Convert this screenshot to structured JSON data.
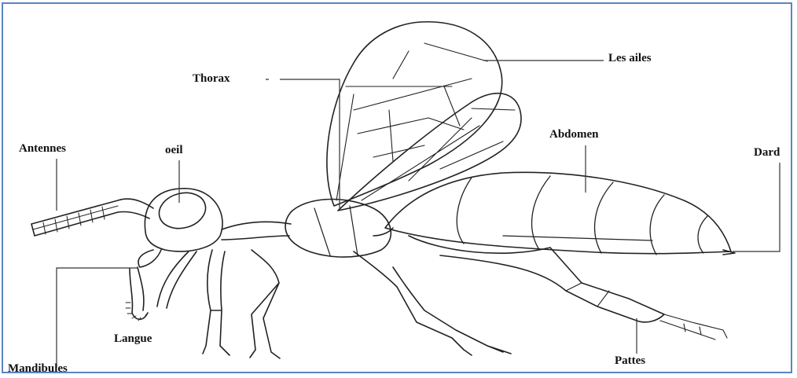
{
  "labels": {
    "thorax": "Thorax",
    "les_ailes": "Les ailes",
    "antennes": "Antennes",
    "oeil": "oeil",
    "abdomen": "Abdomen",
    "dard": "Dard",
    "langue": "Langue",
    "mandibules": "Mandibules",
    "pattes": "Pattes"
  },
  "colors": {
    "frame": "#5b84c4",
    "stroke": "#222222"
  }
}
